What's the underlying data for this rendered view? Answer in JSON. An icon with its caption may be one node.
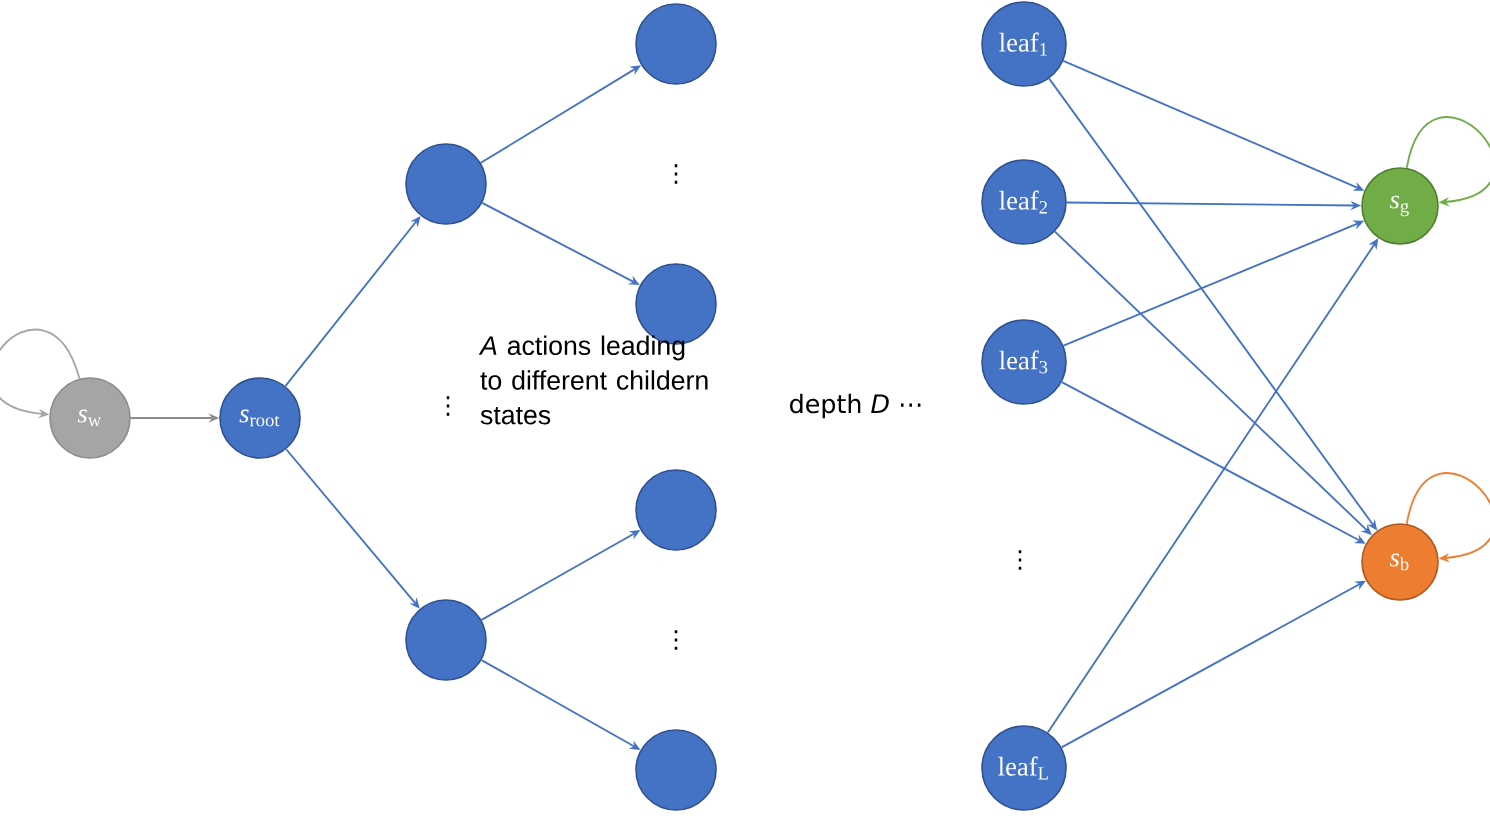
{
  "diagram": {
    "nodes": [
      {
        "text": [
          "*s*$_{w}$"
        ]
      },
      {
        "text": [
          "*s*$_{root}$"
        ]
      },
      {
        "text": [],
        "shape": "circle"
      },
      {
        "text": [],
        "shape": "circle"
      },
      {
        "text": [],
        "shape": "circle"
      },
      {
        "text": [],
        "shape": "circle"
      },
      {
        "text": [],
        "shape": "circle"
      },
      {
        "text": [],
        "shape": "circle"
      },
      {
        "text": [
          "leaf$_{1}$"
        ]
      },
      {
        "text": [
          "leaf$_{2}$"
        ]
      },
      {
        "text": [
          "leaf$_{3}$"
        ]
      },
      {
        "text": [
          "leaf$_{L}$"
        ]
      },
      {
        "text": [
          "*s*$_{g}$"
        ]
      },
      {
        "text": [
          "*s*$_{b}$"
        ]
      }
    ],
    "edges": [
      {
        "from": 0,
        "to": 0,
        "arrow": "to",
        "color": "#a5a5a5"
      },
      {
        "from": 0,
        "to": 1,
        "arrow": "to",
        "color": "#8c8c8c"
      },
      {
        "from": 1,
        "to": 2,
        "arrow": "to"
      },
      {
        "from": 1,
        "to": 3,
        "arrow": "to"
      },
      {
        "from": 2,
        "to": 4,
        "arrow": "to"
      },
      {
        "from": 2,
        "to": 5,
        "arrow": "to"
      },
      {
        "from": 3,
        "to": 6,
        "arrow": "to"
      },
      {
        "from": 3,
        "to": 7,
        "arrow": "to"
      },
      {
        "from": 8,
        "to": 12,
        "arrow": "to"
      },
      {
        "from": 8,
        "to": 13,
        "arrow": "to"
      },
      {
        "from": 9,
        "to": 12,
        "arrow": "to"
      },
      {
        "from": 9,
        "to": 13,
        "arrow": "to"
      },
      {
        "from": 10,
        "to": 12,
        "arrow": "to"
      },
      {
        "from": 10,
        "to": 13,
        "arrow": "to"
      },
      {
        "from": 11,
        "to": 12,
        "arrow": "to"
      },
      {
        "from": 11,
        "to": 13,
        "arrow": "to"
      },
      {
        "from": 12,
        "to": 12,
        "arrow": "to",
        "color": "#70ad47"
      },
      {
        "from": 13,
        "to": 13,
        "arrow": "to",
        "color": "#ed7d31"
      }
    ],
    "labels": [
      "⋮",
      "⋮",
      "*A* actions leading to different childern states",
      "depth *D* ⋯",
      "⋮",
      "⋮"
    ]
  }
}
